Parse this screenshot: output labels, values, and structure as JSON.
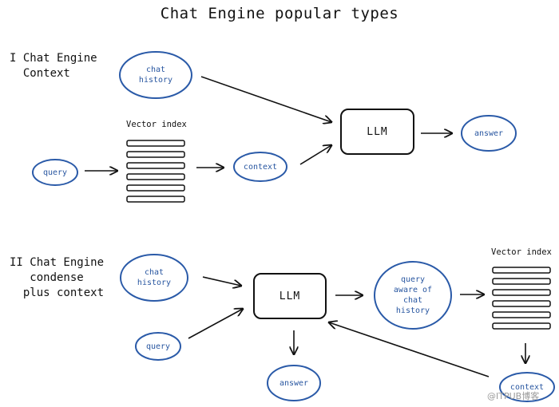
{
  "title": "Chat Engine popular types",
  "section1": {
    "label": "I Chat Engine\n  Context",
    "chat_history": "chat\nhistory",
    "vector_index_label": "Vector index",
    "query": "query",
    "context": "context",
    "llm": "LLM",
    "answer": "answer"
  },
  "section2": {
    "label": "II Chat Engine\n   condense\n  plus context",
    "chat_history": "chat\nhistory",
    "query": "query",
    "llm": "LLM",
    "query_aware": "query\naware of\nchat\nhistory",
    "vector_index_label": "Vector index",
    "answer": "answer",
    "context": "context"
  },
  "watermark": "@ITPUB博客",
  "colors": {
    "node_outline": "#2a5aa8",
    "node_text": "#2856a0",
    "ink": "#111111"
  }
}
